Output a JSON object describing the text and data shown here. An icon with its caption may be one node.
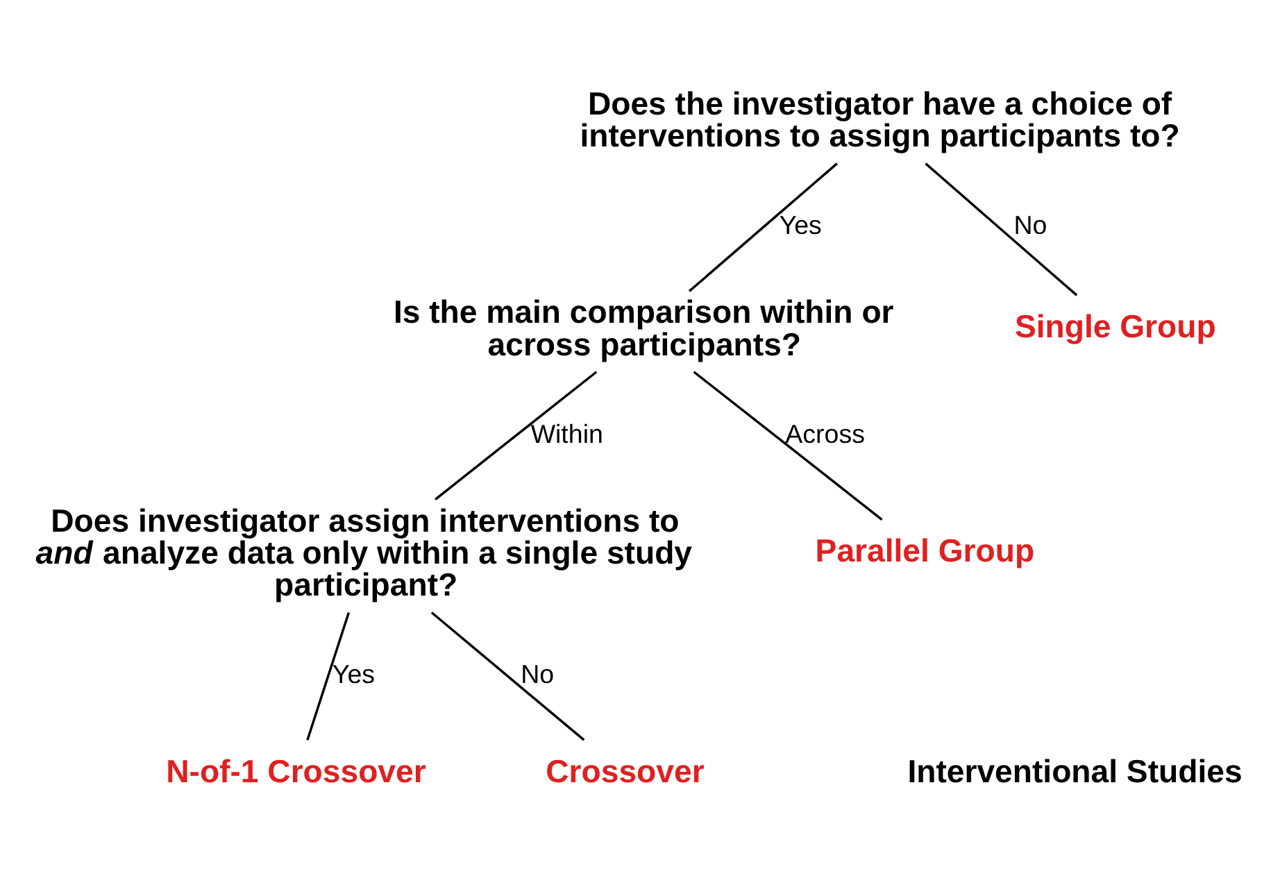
{
  "diagram": {
    "nodes": [
      {
        "text": [
          "Does the investigator have a choice of interventions to assign participants to?"
        ]
      },
      {
        "text": [
          "Is the main comparison within or across participants?"
        ]
      },
      {
        "text": [
          "Single Group"
        ]
      },
      {
        "text": [
          "Does investigator assign interventions to *and* analyze data only within a single study participant?"
        ]
      },
      {
        "text": [
          "Parallel Group"
        ]
      },
      {
        "text": [
          "N-of-1 Crossover"
        ]
      },
      {
        "text": [
          "Crossover"
        ]
      }
    ],
    "edges": [
      {
        "from": 0,
        "to": 1,
        "arrow": "none",
        "label": "Yes"
      },
      {
        "from": 0,
        "to": 2,
        "arrow": "none",
        "label": "No"
      },
      {
        "from": 1,
        "to": 3,
        "arrow": "none",
        "label": "Within"
      },
      {
        "from": 1,
        "to": 4,
        "arrow": "none",
        "label": "Across"
      },
      {
        "from": 3,
        "to": 5,
        "arrow": "none",
        "label": "Yes"
      },
      {
        "from": 3,
        "to": 6,
        "arrow": "none",
        "label": "No"
      }
    ],
    "labels": [
      "Interventional Studies"
    ]
  }
}
